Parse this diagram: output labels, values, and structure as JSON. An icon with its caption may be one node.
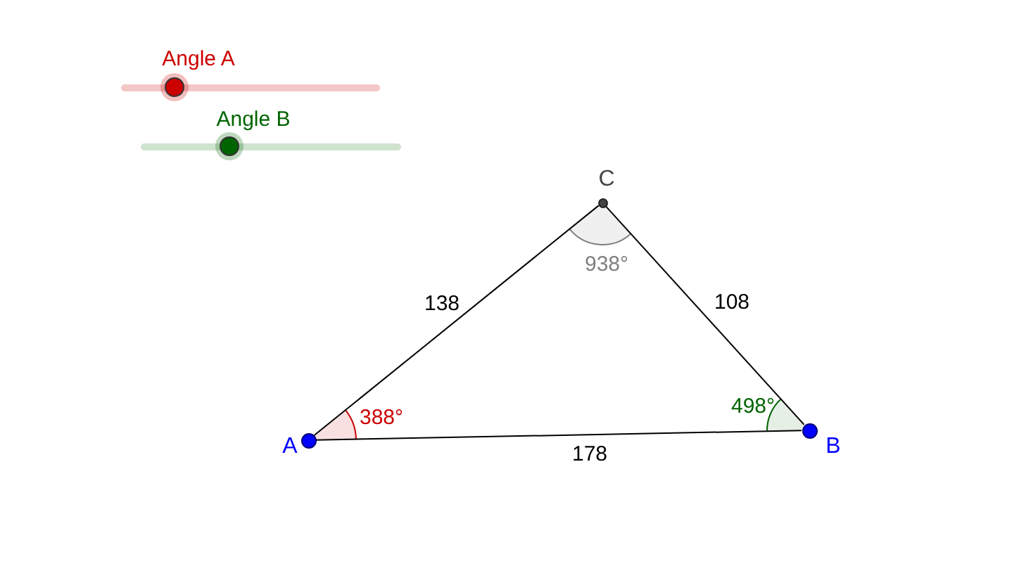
{
  "diagram": {
    "nodes": [
      {
        "text": [],
        "shape": "circle",
        "beside": [
          "A",
          "388°"
        ]
      },
      {
        "text": [],
        "shape": "circle",
        "beside": [
          "B",
          "498°"
        ]
      },
      {
        "text": [],
        "shape": "circle",
        "beside": [
          "C",
          "938°"
        ]
      }
    ],
    "edges": [
      {
        "from": 0,
        "to": 2,
        "arrow": "none",
        "label": "138"
      },
      {
        "from": 2,
        "to": 1,
        "arrow": "none",
        "label": "108"
      },
      {
        "from": 0,
        "to": 1,
        "arrow": "none",
        "label": "178"
      }
    ],
    "labels": [
      "Angle A",
      "Angle B"
    ]
  }
}
